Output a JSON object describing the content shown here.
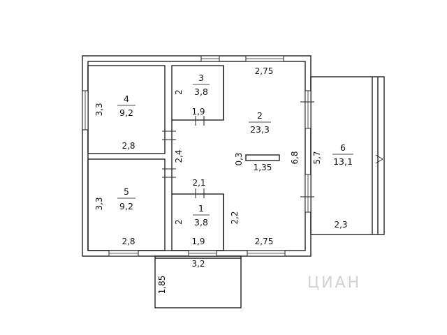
{
  "rooms": [
    {
      "id": "1",
      "number": "1",
      "area": "3,8"
    },
    {
      "id": "2",
      "number": "2",
      "area": "23,3"
    },
    {
      "id": "3",
      "number": "3",
      "area": "3,8"
    },
    {
      "id": "4",
      "number": "4",
      "area": "9,2"
    },
    {
      "id": "5",
      "number": "5",
      "area": "9,2"
    },
    {
      "id": "6",
      "number": "6",
      "area": "13,1"
    }
  ],
  "dimensions": {
    "d_2_75_top": "2,75",
    "d_2_75_bottom": "2,75",
    "d_3_3_room4": "3,3",
    "d_3_3_room5": "3,3",
    "d_2_8_room4": "2,8",
    "d_2_8_room5": "2,8",
    "d_2_room3": "2",
    "d_2_room1": "2",
    "d_1_9_room3": "1,9",
    "d_1_9_room1": "1,9",
    "d_2_4_corridor": "2,4",
    "d_2_1_corridor": "2,1",
    "d_0_3": "0,3",
    "d_1_35": "1,35",
    "d_6_8": "6,8",
    "d_2_2": "2,2",
    "d_5_7": "5,7",
    "d_2_3": "2,3",
    "d_3_2": "3,2",
    "d_1_85": "1,85"
  },
  "watermark": "ЦИАН"
}
